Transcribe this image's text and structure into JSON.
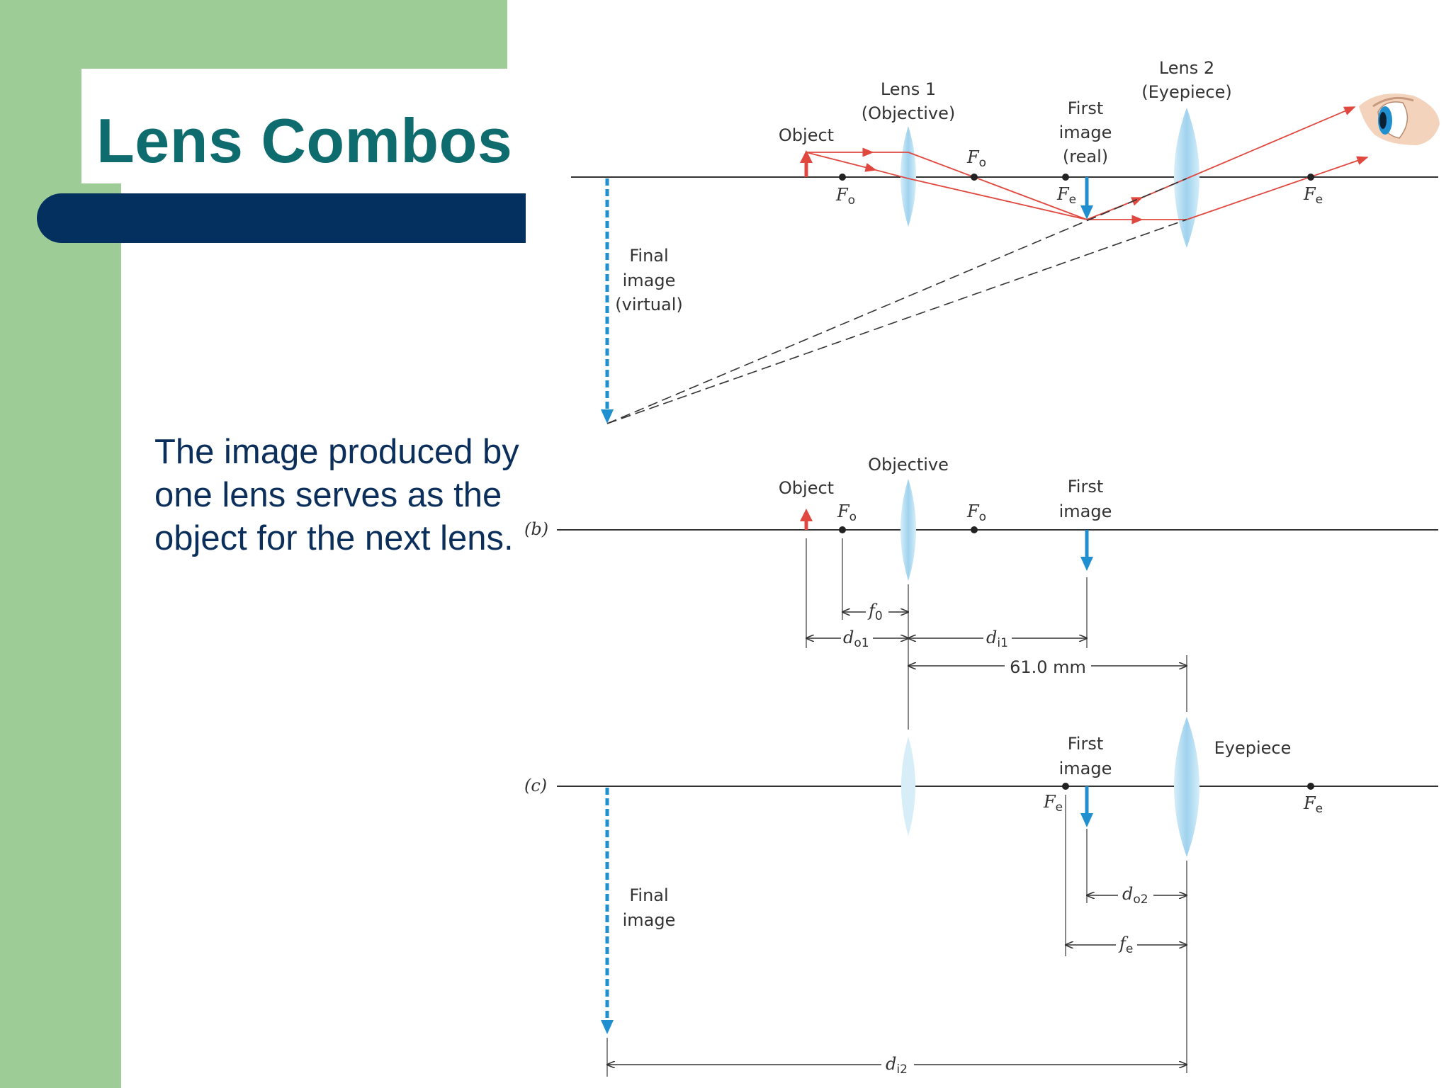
{
  "slide": {
    "title": "Lens Combos",
    "body": "The image produced by one lens serves as the object for the next lens."
  },
  "colors": {
    "green": "#9dcc97",
    "navy": "#04305f",
    "title": "#0e6b6e",
    "ray": "#e0483f",
    "image_arrow": "#1f8fd0",
    "lens": "#bde2f4"
  },
  "diagram": {
    "a": {
      "lens1": [
        "Lens 1",
        "(Objective)"
      ],
      "lens2": [
        "Lens 2",
        "(Eyepiece)"
      ],
      "object": "Object",
      "first_image": [
        "First",
        "image",
        "(real)"
      ],
      "final_image": [
        "Final",
        "image",
        "(virtual)"
      ],
      "f_o": "F",
      "f_o_sub": "o",
      "f_e": "F",
      "f_e_sub": "e",
      "icon": "eye-icon"
    },
    "b": {
      "panel": "(b)",
      "objective": "Objective",
      "object": "Object",
      "first_image": [
        "First",
        "image"
      ],
      "f_o": "F",
      "f_o_sub": "o",
      "fo_dim": "f",
      "fo_dim_sub": "0",
      "do1": "d",
      "do1_sub": "o1",
      "di1": "d",
      "di1_sub": "i1",
      "separation": "61.0 mm"
    },
    "c": {
      "panel": "(c)",
      "first_image": [
        "First",
        "image"
      ],
      "eyepiece": "Eyepiece",
      "final_image": [
        "Final",
        "image"
      ],
      "f_e": "F",
      "f_e_sub": "e",
      "do2": "d",
      "do2_sub": "o2",
      "fe_dim": "f",
      "fe_dim_sub": "e",
      "di2": "d",
      "di2_sub": "i2"
    }
  }
}
